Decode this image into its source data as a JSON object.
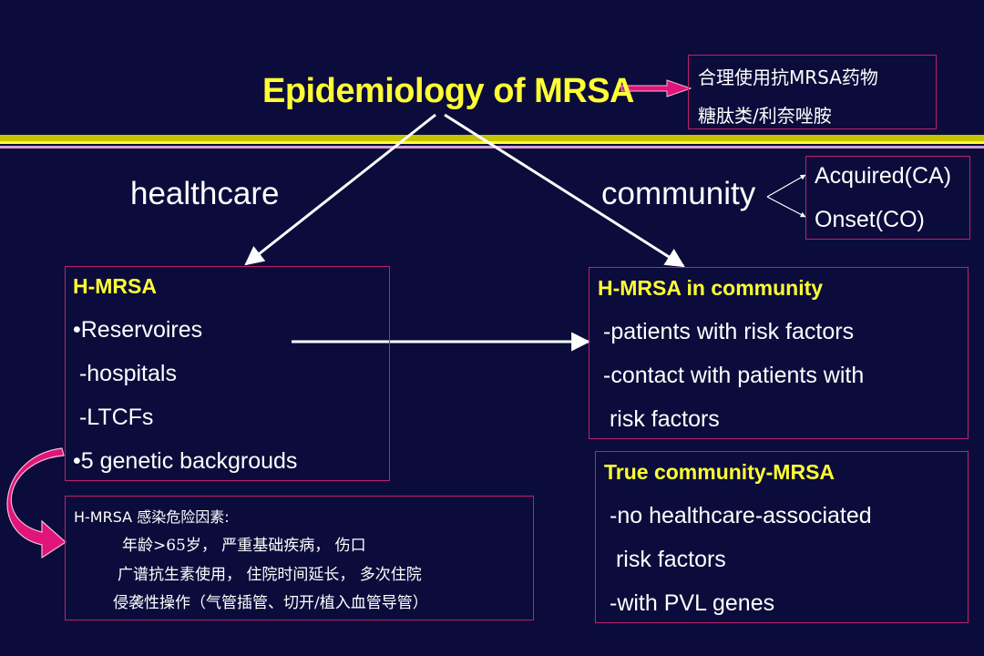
{
  "title": "Epidemiology of MRSA",
  "note_box": {
    "line1": "合理使用抗MRSA药物",
    "line2": "糖肽类/利奈唑胺"
  },
  "branches": {
    "healthcare": "healthcare",
    "community": "community"
  },
  "community_types": {
    "acquired": "Acquired(CA)",
    "onset": "Onset(CO)"
  },
  "hmrsa_box": {
    "heading": "H-MRSA",
    "lines": [
      "•Reservoires",
      " -hospitals",
      " -LTCFs",
      "•5 genetic backgrouds"
    ]
  },
  "risk_box": {
    "heading": "H-MRSA 感染危险因素:",
    "lines": [
      "年龄>65岁， 严重基础疾病， 伤口",
      "广谱抗生素使用， 住院时间延长， 多次住院",
      "侵袭性操作（气管插管、切开/植入血管导管）"
    ]
  },
  "community_box": {
    "heading": "H-MRSA in community",
    "lines": [
      "-patients with risk factors",
      "-contact with patients with",
      " risk factors"
    ]
  },
  "true_box": {
    "heading": "True community-MRSA",
    "lines": [
      "-no healthcare-associated",
      " risk factors",
      "-with PVL genes"
    ]
  },
  "colors": {
    "background": "#0b0c3b",
    "title": "#ffff33",
    "box_border": "#c0206a",
    "arrow_pink": "#e0157a",
    "band_gold": "#c6c400",
    "band_pink": "#d49ed1"
  }
}
